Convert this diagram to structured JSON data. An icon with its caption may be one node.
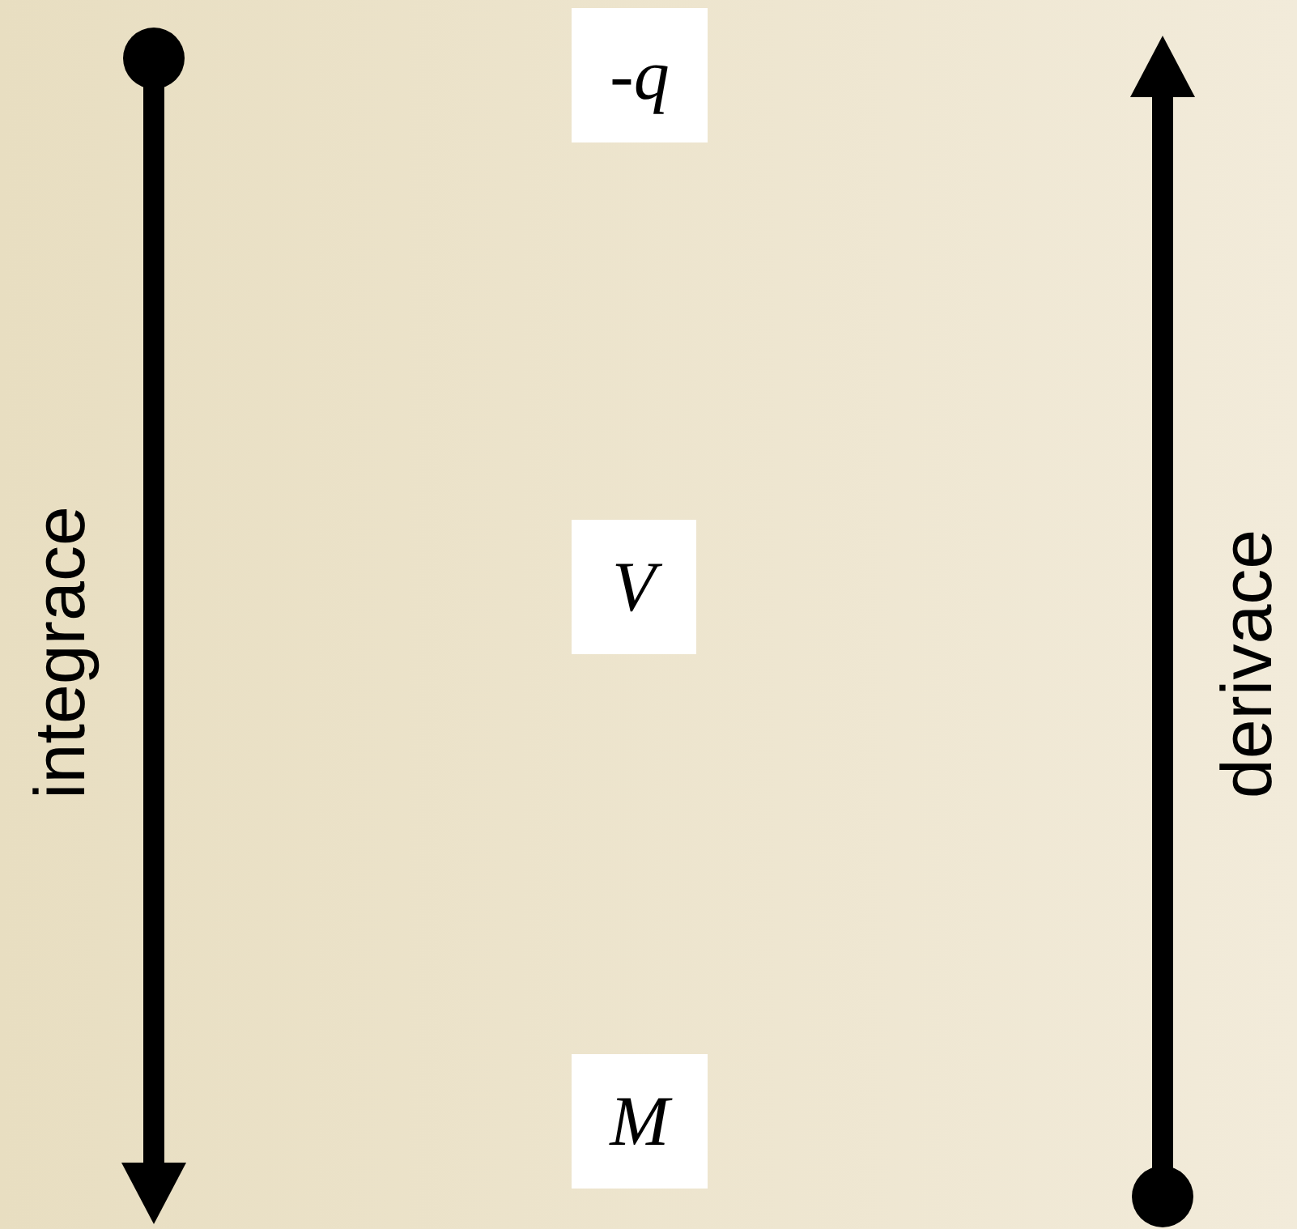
{
  "diagram": {
    "nodes": [
      {
        "text": [
          "-q"
        ]
      },
      {
        "text": [
          "V"
        ]
      },
      {
        "text": [
          "M"
        ]
      }
    ],
    "labels": [
      "integrace",
      "derivace"
    ]
  }
}
